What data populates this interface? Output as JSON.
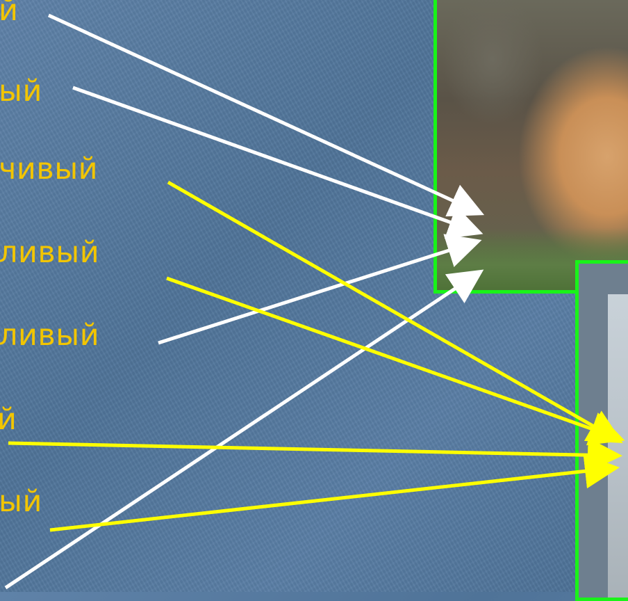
{
  "words": [
    "й",
    "ый",
    "чивый",
    "ливый",
    "ливый",
    "й",
    "ый"
  ],
  "colors": {
    "text": "#f2c500",
    "white_arrow": "#ffffff",
    "yellow_arrow": "#ffff00",
    "frame": "#19f319"
  }
}
